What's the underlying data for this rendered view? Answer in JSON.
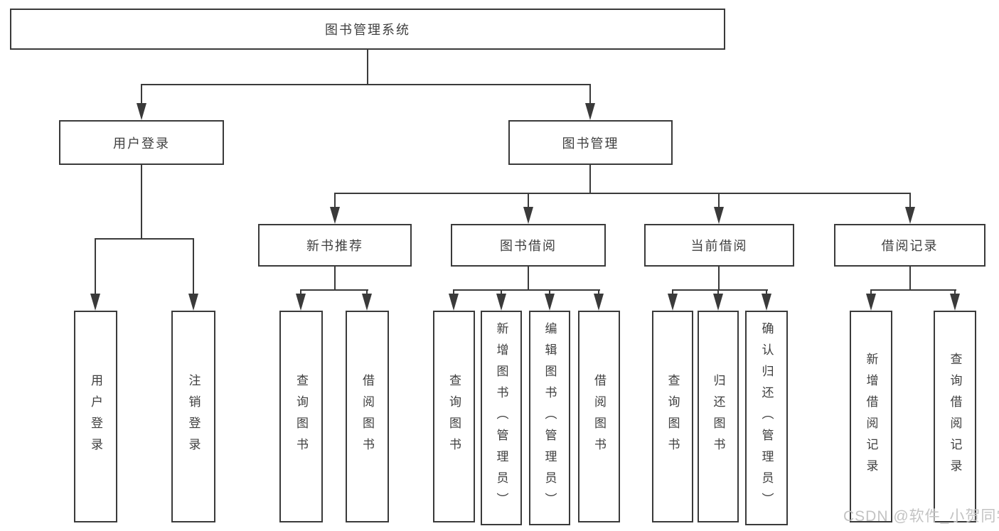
{
  "watermark": "CSDN @软件_小贺同学",
  "colors": {
    "line": "#3a3a3a",
    "box_border": "#3a3a3a",
    "text": "#3f3f3f",
    "background": "#ffffff",
    "watermark": "#c3c3c3"
  },
  "tree": {
    "label": "图书管理系统",
    "children": [
      {
        "label": "用户登录",
        "children": [
          {
            "label": "用户登录"
          },
          {
            "label": "注销登录"
          }
        ]
      },
      {
        "label": "图书管理",
        "children": [
          {
            "label": "新书推荐",
            "children": [
              {
                "label": "查询图书"
              },
              {
                "label": "借阅图书"
              }
            ]
          },
          {
            "label": "图书借阅",
            "children": [
              {
                "label": "查询图书"
              },
              {
                "label": "新增图书（管理员）"
              },
              {
                "label": "编辑图书（管理员）"
              },
              {
                "label": "借阅图书"
              }
            ]
          },
          {
            "label": "当前借阅",
            "children": [
              {
                "label": "查询图书"
              },
              {
                "label": "归还图书"
              },
              {
                "label": "确认归还（管理员）"
              }
            ]
          },
          {
            "label": "借阅记录",
            "children": [
              {
                "label": "新增借阅记录"
              },
              {
                "label": "查询借阅记录"
              }
            ]
          }
        ]
      }
    ]
  }
}
